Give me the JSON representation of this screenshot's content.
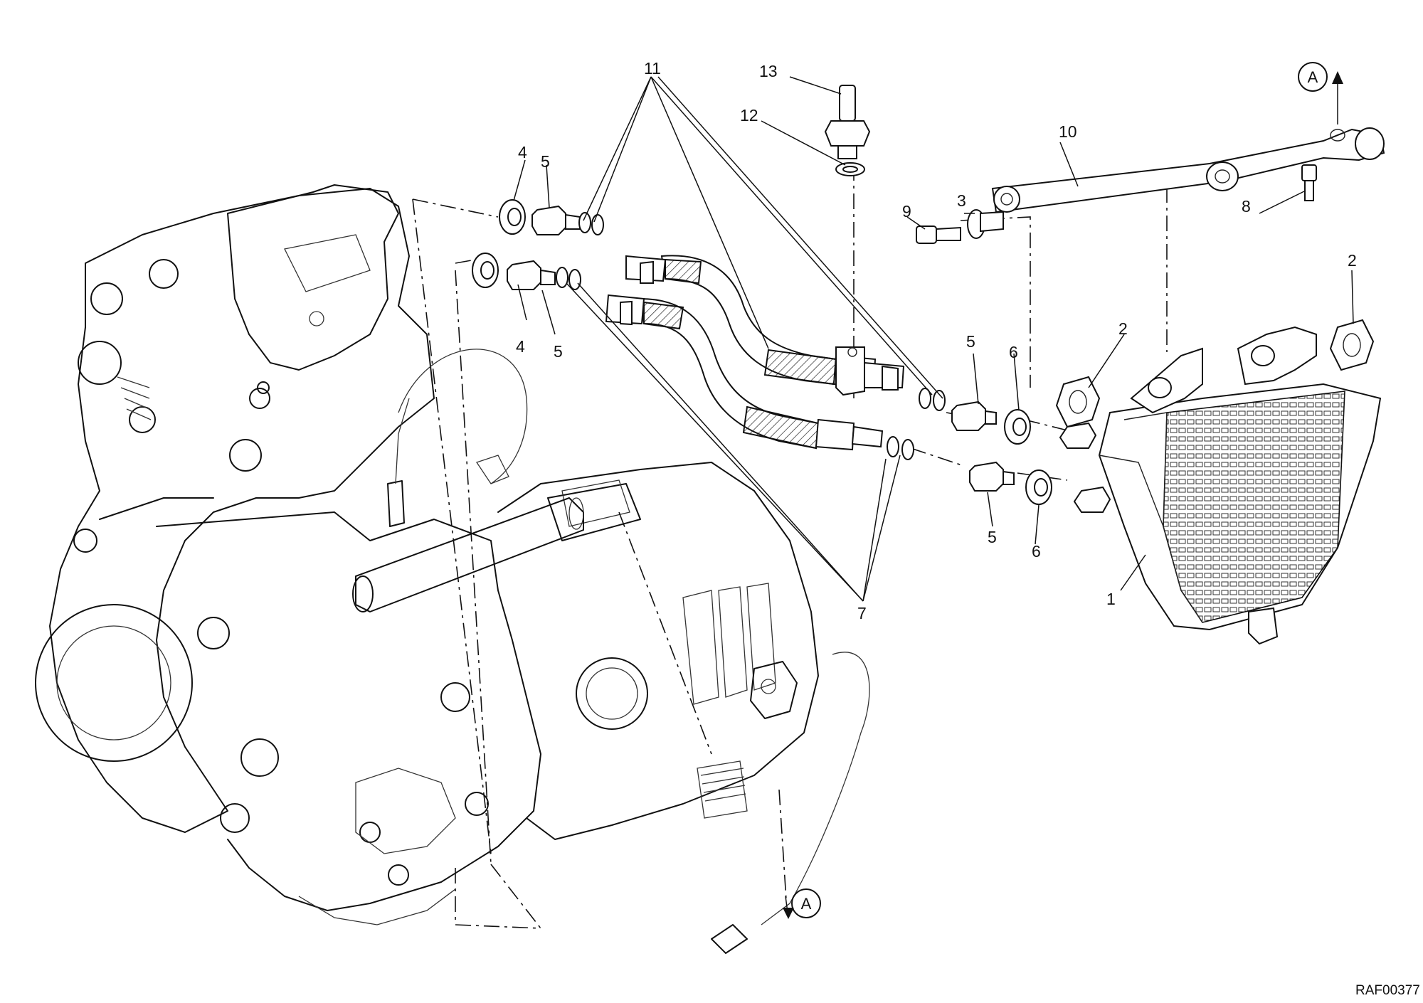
{
  "labels": {
    "n1": "1",
    "n2a": "2",
    "n2b": "2",
    "n3": "3",
    "n4a": "4",
    "n4b": "4",
    "n5a": "5",
    "n5b": "5",
    "n5c": "5",
    "n5d": "5",
    "n6a": "6",
    "n6b": "6",
    "n7": "7",
    "n8": "8",
    "n9": "9",
    "n10": "10",
    "n11": "11",
    "n12": "12",
    "n13": "13"
  },
  "markers": {
    "a_top": "A",
    "a_bottom": "A"
  },
  "drawing_code": "RAF00377"
}
